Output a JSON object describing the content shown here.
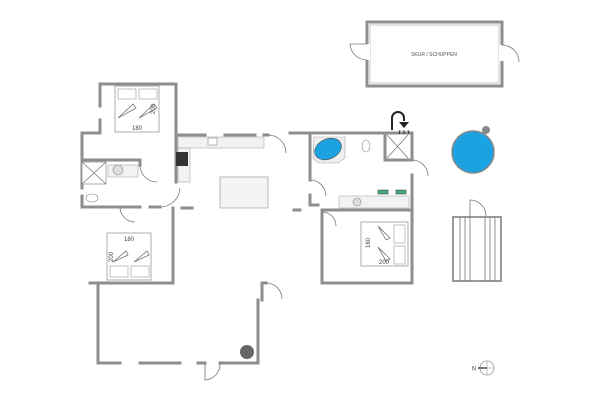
{
  "plan": {
    "shed_label": "SKUR / SCHUPPEN",
    "bedroom_top_left": {
      "width": "180",
      "length": "200"
    },
    "bedroom_bottom_left": {
      "width": "180",
      "length": "200"
    },
    "bedroom_right": {
      "width": "160",
      "length": "200"
    },
    "compass_label": "N",
    "colors": {
      "wall": "#8e8e8e",
      "water": "#1aa3e0",
      "stove": "#333333"
    }
  }
}
